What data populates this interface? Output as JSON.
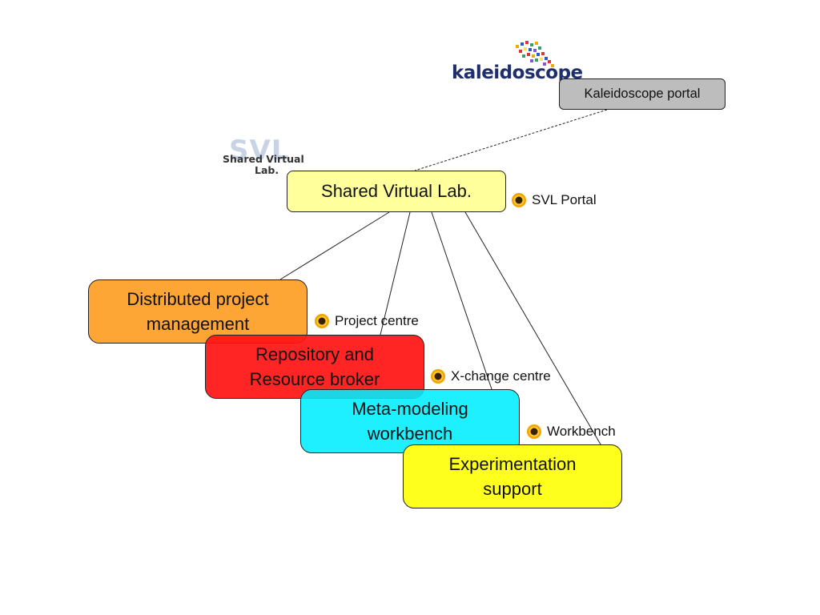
{
  "logos": {
    "kaleidoscope": {
      "text": "kaleidoscope",
      "text_color": "#1f2f6e"
    },
    "svl": {
      "big_text": "SVL",
      "line1": "Shared Virtual",
      "line2": "Lab."
    }
  },
  "boxes": {
    "portal": {
      "label": "Kaleidoscope portal",
      "color": "#bdbdbd"
    },
    "svl": {
      "label": "Shared Virtual Lab.",
      "color": "#ffff9c"
    },
    "distributed": {
      "line1": "Distributed project",
      "line2": "management",
      "color": "#fda535"
    },
    "repository": {
      "line1": "Repository and",
      "line2": "Resource broker",
      "color": "#ff1414"
    },
    "metamodeling": {
      "line1": "Meta-modeling",
      "line2": "workbench",
      "color": "#00eeff"
    },
    "experimentation": {
      "line1": "Experimentation",
      "line2": "support",
      "color": "#ffff1e"
    }
  },
  "labels": {
    "svl_portal": "SVL Portal",
    "project_centre": "Project centre",
    "xchange_centre": "X-change centre",
    "workbench": "Workbench"
  },
  "icons": {
    "label_marker": "sunflower-icon"
  }
}
